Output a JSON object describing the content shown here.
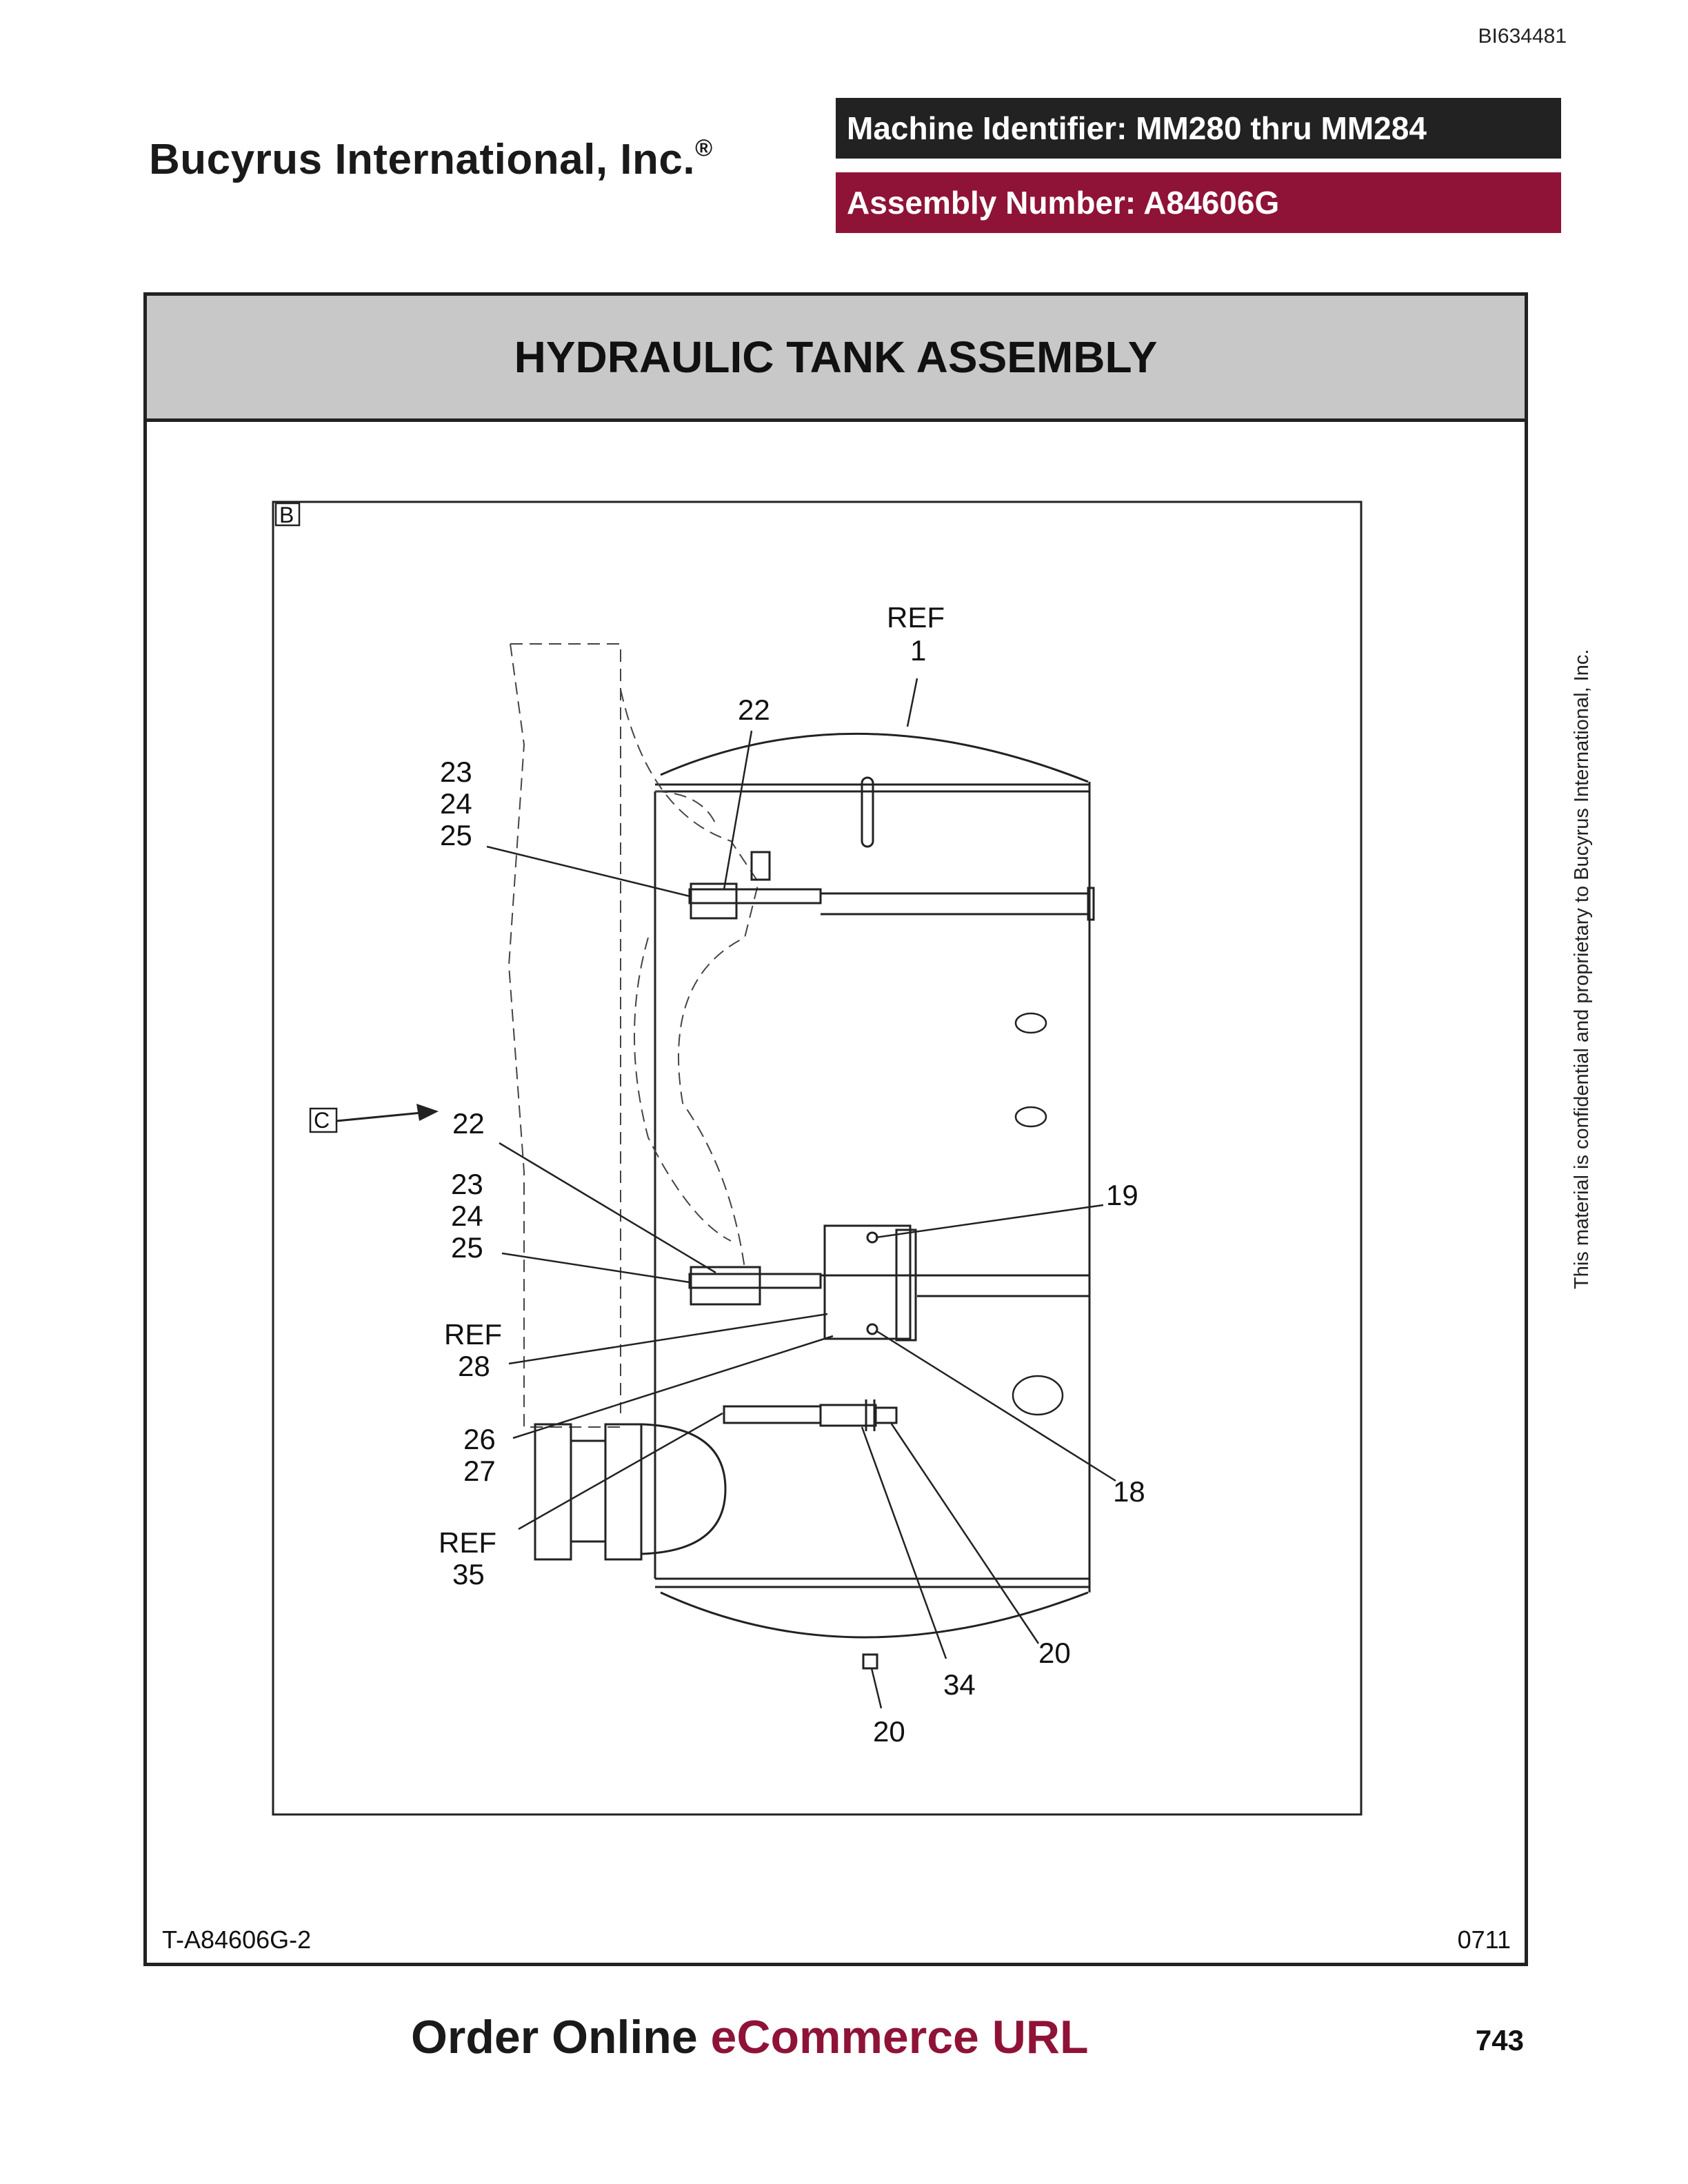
{
  "header": {
    "doc_id": "BI634481",
    "company": "Bucyrus International, Inc.",
    "company_mark": "®",
    "machine_identifier": "Machine Identifier: MM280 thru MM284",
    "assembly_number": "Assembly Number: A84606G"
  },
  "figure": {
    "title": "HYDRAULIC TANK ASSEMBLY",
    "figure_code": "T-A84606G-2",
    "revision_code": "0711",
    "view_labels": [
      "B",
      "C"
    ],
    "callouts": [
      "REF",
      "1",
      "22",
      "23",
      "24",
      "25",
      "22",
      "23",
      "24",
      "25",
      "19",
      "REF",
      "28",
      "26",
      "27",
      "REF",
      "35",
      "18",
      "20",
      "34",
      "20"
    ]
  },
  "side_note": "This material is confidential and proprietary to Bucyrus International, Inc.",
  "footer": {
    "order_prefix": "Order Online ",
    "order_suffix": "eCommerce URL",
    "page_number": "743"
  },
  "colors": {
    "brand_maroon": "#8f1337",
    "header_dark": "#222222",
    "title_band": "#c8c8c8"
  }
}
